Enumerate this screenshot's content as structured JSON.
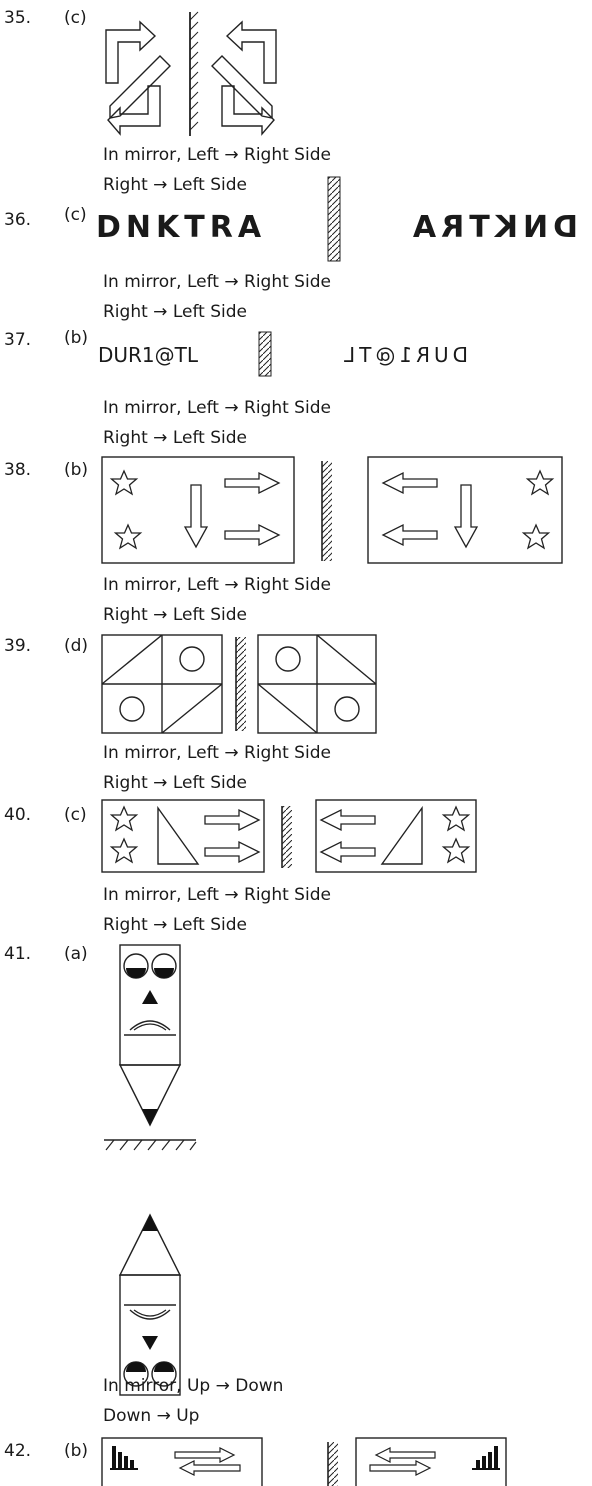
{
  "questions": [
    {
      "number": "35.",
      "answer": "(c)",
      "lines": [
        "In mirror, Left → Right Side",
        "Right → Left Side"
      ]
    },
    {
      "number": "36.",
      "answer": "(c)",
      "word": "DNKTRA",
      "mirror_word": "DNKTRA",
      "lines": [
        "In mirror, Left → Right Side",
        "Right → Left Side"
      ]
    },
    {
      "number": "37.",
      "answer": "(b)",
      "word": "DUR1@TL",
      "mirror_word": "DUR1@TL",
      "lines": [
        "In mirror, Left → Right Side",
        "Right → Left Side"
      ]
    },
    {
      "number": "38.",
      "answer": "(b)",
      "lines": [
        "In mirror, Left → Right Side",
        "Right → Left Side"
      ]
    },
    {
      "number": "39.",
      "answer": "(d)",
      "lines": [
        "In mirror, Left → Right Side",
        "Right → Left Side"
      ]
    },
    {
      "number": "40.",
      "answer": "(c)",
      "lines": [
        "In mirror, Left → Right Side",
        "Right → Left Side"
      ]
    },
    {
      "number": "41.",
      "answer": "(a)",
      "lines": [
        "In mirror, Up → Down",
        "Down → Up"
      ]
    },
    {
      "number": "42.",
      "answer": "(b)"
    }
  ]
}
